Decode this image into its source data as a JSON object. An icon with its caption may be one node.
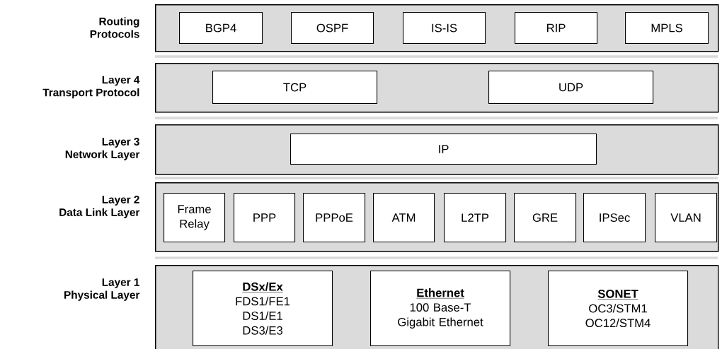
{
  "diagram": {
    "nodes": [
      {
        "text": [
          "Routing",
          "Protocols"
        ]
      },
      {
        "text": [
          "BGP4"
        ],
        "in": 0
      },
      {
        "text": [
          "OSPF"
        ],
        "in": 0
      },
      {
        "text": [
          "IS-IS"
        ],
        "in": 0
      },
      {
        "text": [
          "RIP"
        ],
        "in": 0
      },
      {
        "text": [
          "MPLS"
        ],
        "in": 0
      },
      {
        "text": [
          "Layer 4",
          "Transport Protocol"
        ]
      },
      {
        "text": [
          "TCP"
        ],
        "in": 6
      },
      {
        "text": [
          "UDP"
        ],
        "in": 6
      },
      {
        "text": [
          "Layer 3",
          "Network Layer"
        ]
      },
      {
        "text": [
          "IP"
        ],
        "in": 9
      },
      {
        "text": [
          "Layer 2",
          "Data Link Layer"
        ]
      },
      {
        "text": [
          "Frame Relay"
        ],
        "in": 11
      },
      {
        "text": [
          "PPP"
        ],
        "in": 11
      },
      {
        "text": [
          "PPPoE"
        ],
        "in": 11
      },
      {
        "text": [
          "ATM"
        ],
        "in": 11
      },
      {
        "text": [
          "L2TP"
        ],
        "in": 11
      },
      {
        "text": [
          "GRE"
        ],
        "in": 11
      },
      {
        "text": [
          "IPSec"
        ],
        "in": 11
      },
      {
        "text": [
          "VLAN"
        ],
        "in": 11
      },
      {
        "text": [
          "Layer 1",
          "Physical Layer"
        ]
      },
      {
        "text": [
          "DSx/Ex",
          "FDS1/FE1",
          "DS1/E1",
          "DS3/E3"
        ],
        "in": 20
      },
      {
        "text": [
          "Ethernet",
          "100 Base-T",
          "Gigabit Ethernet"
        ],
        "in": 20
      },
      {
        "text": [
          "SONET",
          "OC3/STM1",
          "OC12/STM4"
        ],
        "in": 20
      }
    ]
  }
}
